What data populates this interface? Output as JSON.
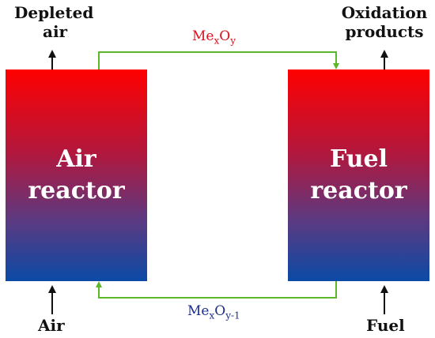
{
  "reactors": {
    "air": {
      "line1": "Air",
      "line2": "reactor"
    },
    "fuel": {
      "line1": "Fuel",
      "line2": "reactor"
    }
  },
  "labels": {
    "depleted_line1": "Depleted",
    "depleted_line2": "air",
    "oxidation_line1": "Oxidation",
    "oxidation_line2": "products",
    "air_in": "Air",
    "fuel_in": "Fuel"
  },
  "streams": {
    "oxidized": {
      "base1": "Me",
      "sub1": "x",
      "base2": "O",
      "sub2": "y"
    },
    "reduced": {
      "base1": "Me",
      "sub1": "x",
      "base2": "O",
      "sub2": "y-1"
    }
  },
  "colors": {
    "loop_line": "#5cb82a",
    "oxidized_text": "#d9101a",
    "reduced_text": "#1b2f8a",
    "gradient_top": "#ff0000",
    "gradient_bottom": "#0a4aa6"
  }
}
